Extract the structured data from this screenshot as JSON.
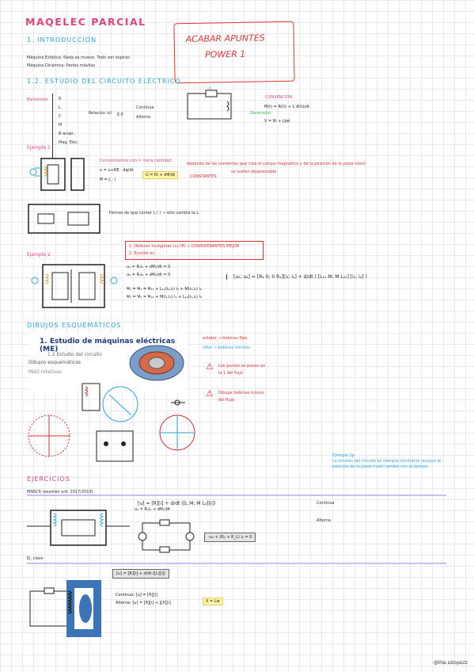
{
  "title": "MAQELEC PARCIAL",
  "note": {
    "line1": "ACABAR APUNTES",
    "line2": "POWER 1"
  },
  "sections": {
    "intro": "1. INTRODUCCIÓN",
    "circuito": "1.2. ESTUDIO DEL CIRCUITO ELÉCTRICO",
    "dibujos": "DIBUJOS ESQUEMÁTICOS",
    "ejercicios": "EJERCICIOS"
  },
  "intro_lines": [
    "Máquina Estática: Nada se mueve. Todo son espiras",
    "Máquina Dinámica: Partes móviles"
  ],
  "circuito": {
    "label_elementos": "Elementos",
    "list": [
      "R",
      "L",
      "C",
      "M",
      "B acopl.",
      "Mag. Elec."
    ],
    "relacion": "Relación u/i",
    "ep": "E.P.",
    "continua": "Continua",
    "alterna": "Alterna",
    "convencion": "CONVENCIÓN",
    "generador": "Generador",
    "eq1": "M(t) = Ri(t) + L di(t)/dt",
    "eq2": "V = Ri + Ljwi"
  },
  "ejemplo1": {
    "label": "Ejemplo 1",
    "line1": "Concentramos con = mera cantidad",
    "eq1": "u = u+RE · dφ/dt",
    "eq2": "Ψ = L · i",
    "box_eq": "U = Ri + dΨ/dt",
    "constantes": "CONSTANTES",
    "depende": "depende de las corrientes que crea el campo magnético y de la posición de la pieza móvil",
    "despreciable": "se suelen despreciable",
    "lower": "Hemos de que contar L ( ) → sólo cambia la L"
  },
  "ejemplo2": {
    "label": "Ejemplo 2",
    "step1": "1. Obtener incógnitas (u,i,Ψ) → CONSIDERANTES MEJOR",
    "step2": "2. Escribir ec.",
    "eqs": [
      "u₁ = R₁i₁ + dΨ₁/dt = 0",
      "u₂ = R₂i₂ + dΨ₂/dt = 0",
      "Ψ₁ = Ψ₁ = Ψ₁₁ + L₁₁(i₁,i₂) i₁ + M(i₁,i₂) i₂",
      "Ψ₂ = Ψ₂ = Ψ₂₂ + M(i₁,i₂) i₁ + L₂₂(i₁,i₂) i₂"
    ],
    "matrix_eq": "[u₁; u₂] = [R₁ 0; 0 R₂][i₁; i₂] + d/dt ( [L₁₁ M; M L₂₂] [i₁; i₂] )"
  },
  "dibujos": {
    "slide_title": "1. Estudio de máquinas eléctricas (ME)",
    "slide_sub": "1.2 Estudio del circuito",
    "slide_line2": "Dibujos esquemáticos",
    "slide_line3": "MeD rotativas",
    "estator": "estator → bobinas fijas",
    "rotor": "rotor → bobinas móviles",
    "warn1a": "Los puntos se ponen en",
    "warn1b": "la 1 del flujo",
    "warn2a": "Dibujar bobinas mismo",
    "warn2b": "del flujo"
  },
  "ejercicios": {
    "label1": "MNSC6 (examen ord. 2017/2019)",
    "label2": "Ej. clase",
    "matrix_eq": "[u] = [R][i] + d/dt ([L M; M L₂][i])",
    "continua": "Continua",
    "alterna": "Alterna",
    "circuit_eq": "u₁ = R₁i₁ + dΨ₁/dt",
    "result_eq": "-u₂ + (R₂ + R_L) i₂ = 0",
    "clase_eq": "[u] = [R][i] + d/dt ([L][i])",
    "clase_cont": "Continua: [u] = [R][i]",
    "clase_alt": "Alterna: [u] = [R][i] + j[X][i]",
    "result_box": "X = Lw",
    "side_note_title": "Ejemplo 1p",
    "side_note_body": "La tensión del circuito es siempre constante aunque la posición de la pieza móvil cambie con el tiempo"
  },
  "credit": "@the.sslopezz",
  "colors": {
    "pink": "#e0447a",
    "blue": "#2aa8d8",
    "red": "#e03030",
    "green": "#45b045",
    "yellow": "#fff4a6",
    "purple": "#c9bff0"
  }
}
